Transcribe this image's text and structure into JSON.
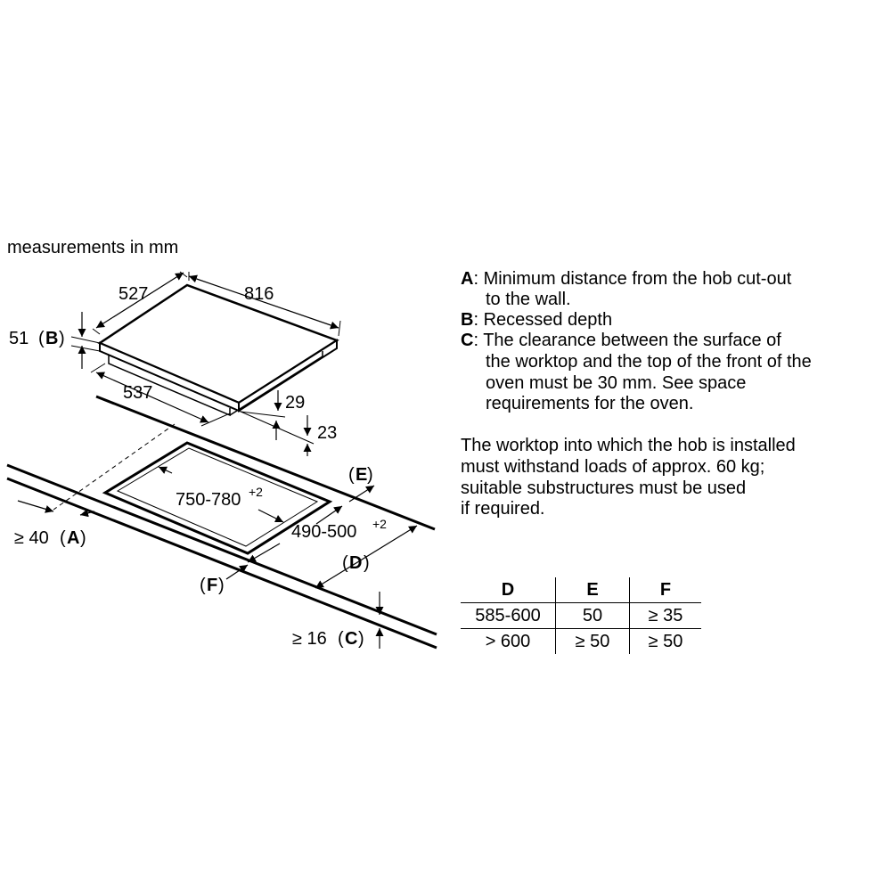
{
  "header": {
    "units_note": "measurements in mm"
  },
  "dims": {
    "depth_hob": "527",
    "width_hob": "816",
    "recess_value": "51",
    "recess_label": "B",
    "width_underside": "537",
    "height_29": "29",
    "height_23": "23",
    "label_e": "E",
    "cutout_width": "750-780",
    "cutout_width_tol": "+2",
    "cutout_depth": "490-500",
    "cutout_depth_tol": "+2",
    "label_d": "D",
    "wall_min": "≥ 40",
    "wall_label": "A",
    "label_f": "F",
    "worktop_min": "≥ 16",
    "worktop_label": "C"
  },
  "notes": {
    "a_key": "A",
    "a_text_1": ": Minimum distance from the hob cut-out",
    "a_text_2": "to the wall.",
    "b_key": "B",
    "b_text": ": Recessed depth",
    "c_key": "C",
    "c_text_1": ": The clearance between the surface of",
    "c_text_2": "the worktop and the top of the front of the",
    "c_text_3": "oven must be 30 mm. See space",
    "c_text_4": "requirements for the oven.",
    "worktop_1": "The worktop into which the hob is installed",
    "worktop_2": "must withstand loads of approx. 60 kg;",
    "worktop_3": "suitable substructures must be used",
    "worktop_4": "if required."
  },
  "table": {
    "headers": [
      "D",
      "E",
      "F"
    ],
    "rows": [
      [
        "585-600",
        "50",
        "≥ 35"
      ],
      [
        "> 600",
        "≥ 50",
        "≥ 50"
      ]
    ]
  }
}
